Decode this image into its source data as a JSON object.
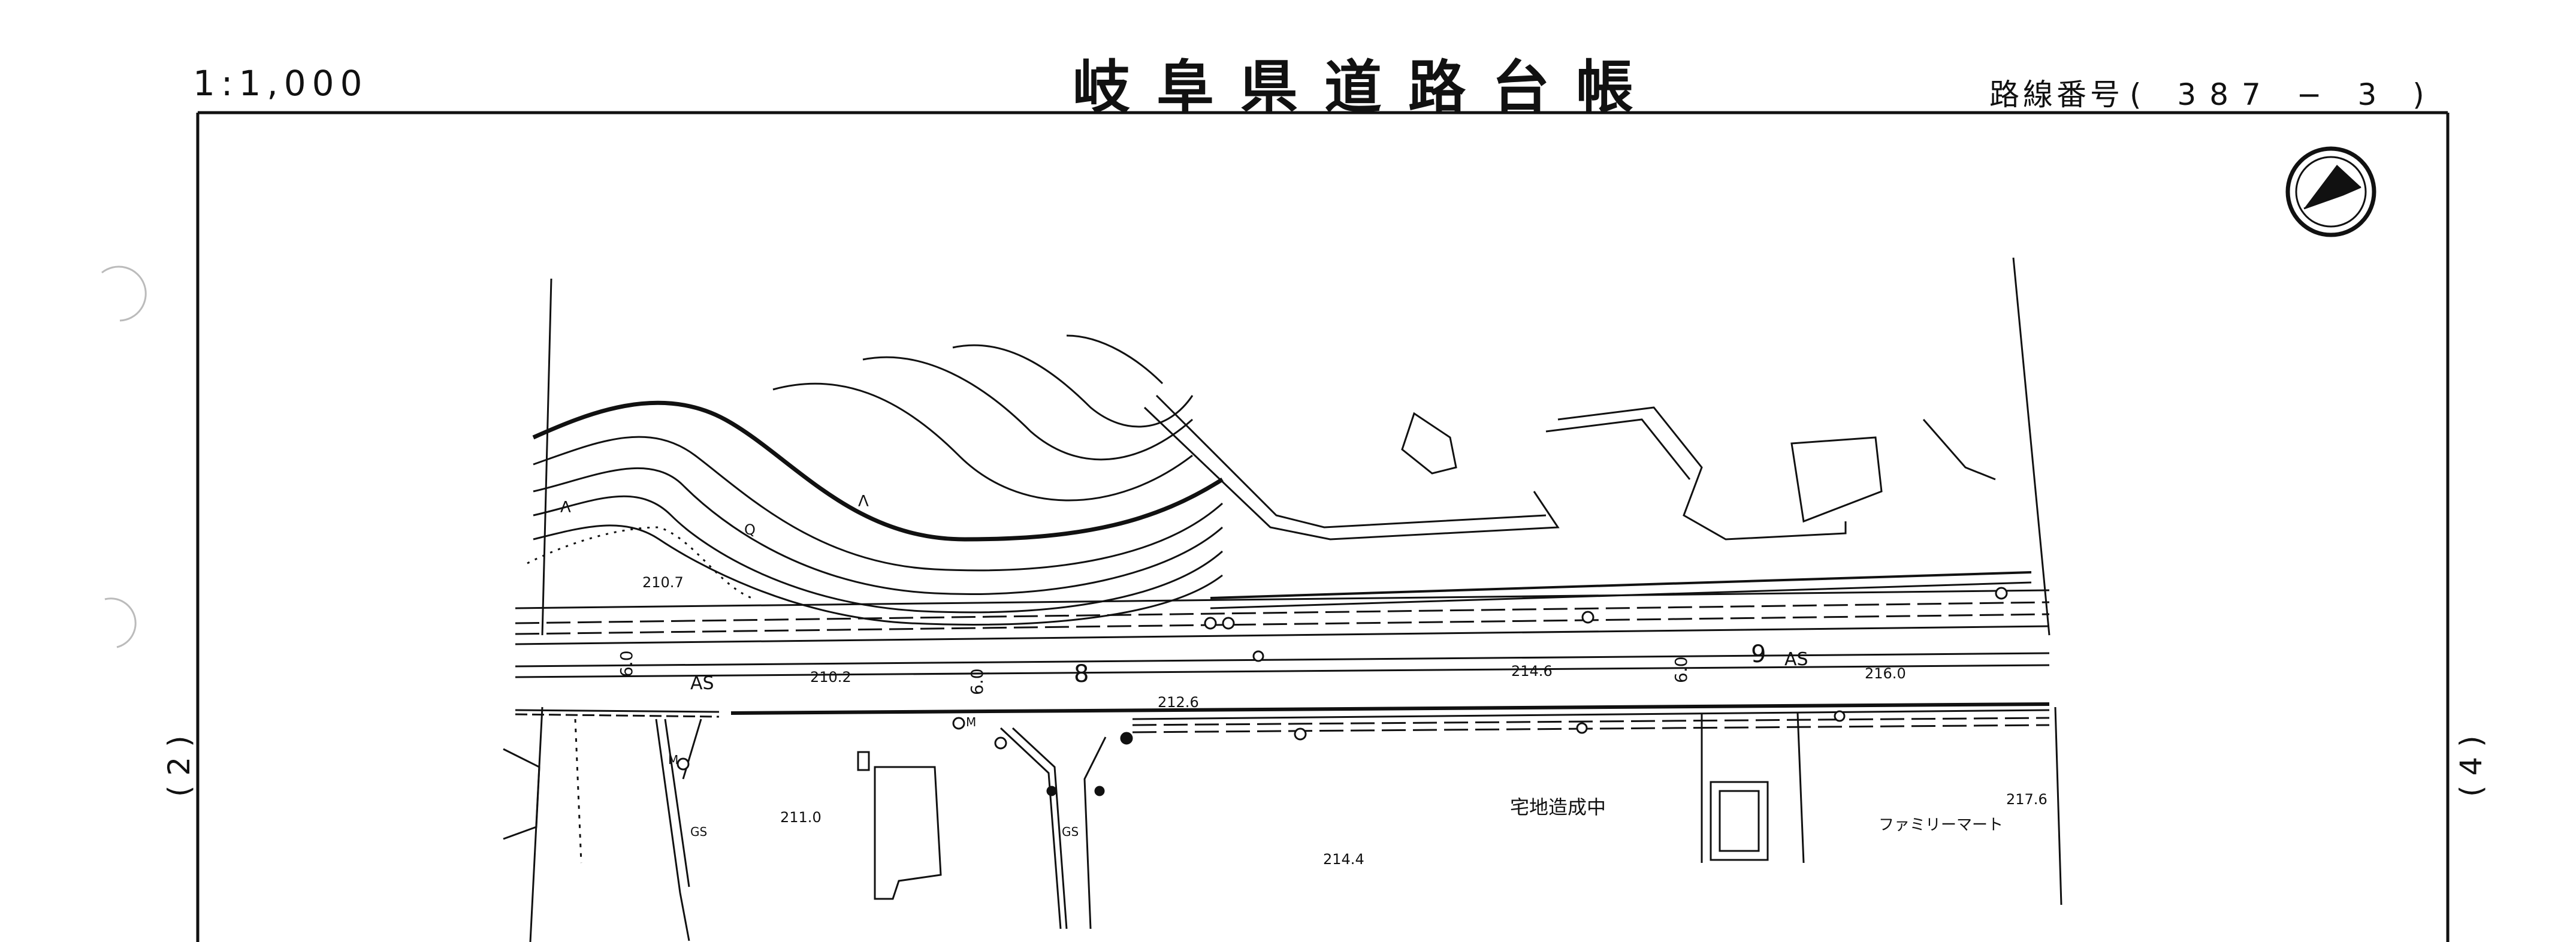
{
  "header": {
    "scale": "1:1,000",
    "title": "岐阜県道路台帳",
    "route_label": "路線番号",
    "route_number": "( 387 − 3 )"
  },
  "sheet_links": {
    "left": "( 2 )",
    "right": "( 4 )"
  },
  "map": {
    "north_arrow_icon": "north-arrow-icon",
    "road": {
      "stations": [
        "8",
        "9"
      ],
      "pavement_labels": [
        "AS",
        "AS"
      ],
      "width_labels": [
        "6.0",
        "6.0",
        "6.0"
      ]
    },
    "elevations": [
      "210.7",
      "210.2",
      "212.6",
      "214.6",
      "216.0",
      "211.0",
      "214.4",
      "217.6"
    ],
    "area_labels": {
      "development": "宅地造成中",
      "store": "ファミリーマート"
    },
    "small_labels": {
      "manhole_1": "M",
      "manhole_2": "M",
      "gas_1": "GS",
      "gas_2": "GS",
      "slope_1": "Λ",
      "slope_2": "Λ",
      "slope_3": "Q"
    }
  }
}
